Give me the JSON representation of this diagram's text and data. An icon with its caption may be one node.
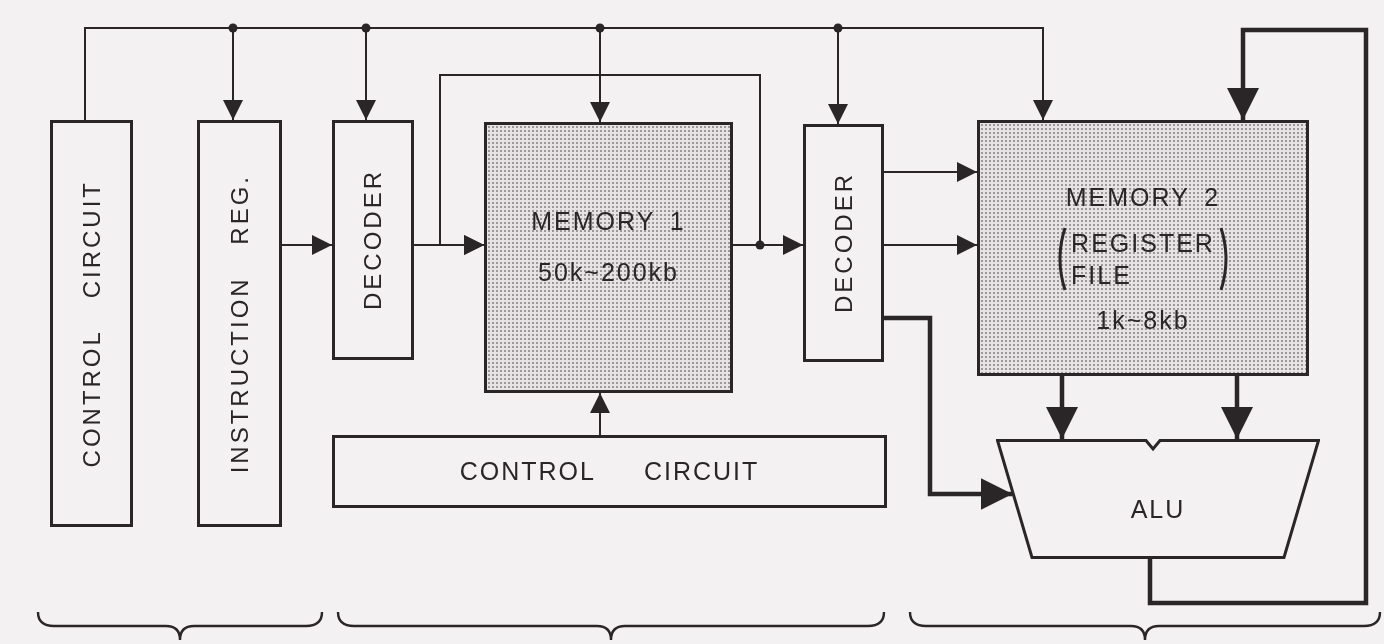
{
  "diagram": {
    "nodes": [
      {
        "text": [
          "CONTROL CIRCUIT"
        ]
      },
      {
        "text": [
          "INSTRUCTION REG."
        ]
      },
      {
        "text": [
          "DECODER"
        ]
      },
      {
        "text": [
          "MEMORY 1",
          "50k~200kb"
        ]
      },
      {
        "text": [
          "DECODER"
        ]
      },
      {
        "text": [
          "MEMORY 2",
          "REGISTER FILE",
          "1k~8kb"
        ]
      },
      {
        "text": [
          "CONTROL CIRCUIT"
        ]
      },
      {
        "text": [
          "ALU"
        ]
      }
    ],
    "edges": [
      {
        "from": 0,
        "to": 1,
        "arrow": "to"
      },
      {
        "from": 0,
        "to": 2,
        "arrow": "to"
      },
      {
        "from": 0,
        "to": 3,
        "arrow": "to"
      },
      {
        "from": 0,
        "to": 4,
        "arrow": "to"
      },
      {
        "from": 0,
        "to": 5,
        "arrow": "to"
      },
      {
        "from": 1,
        "to": 2,
        "arrow": "to"
      },
      {
        "from": 2,
        "to": 3,
        "arrow": "to"
      },
      {
        "from": 3,
        "to": 3,
        "arrow": "to"
      },
      {
        "from": 3,
        "to": 4,
        "arrow": "to"
      },
      {
        "from": 4,
        "to": 5,
        "arrow": "to"
      },
      {
        "from": 4,
        "to": 5,
        "arrow": "to"
      },
      {
        "from": 4,
        "to": 7,
        "arrow": "to",
        "style": "thick"
      },
      {
        "from": 5,
        "to": 7,
        "arrow": "to",
        "style": "thick"
      },
      {
        "from": 5,
        "to": 7,
        "arrow": "to",
        "style": "thick"
      },
      {
        "from": 7,
        "to": 5,
        "arrow": "to",
        "style": "thick"
      },
      {
        "from": 6,
        "to": 3,
        "arrow": "to"
      }
    ]
  }
}
